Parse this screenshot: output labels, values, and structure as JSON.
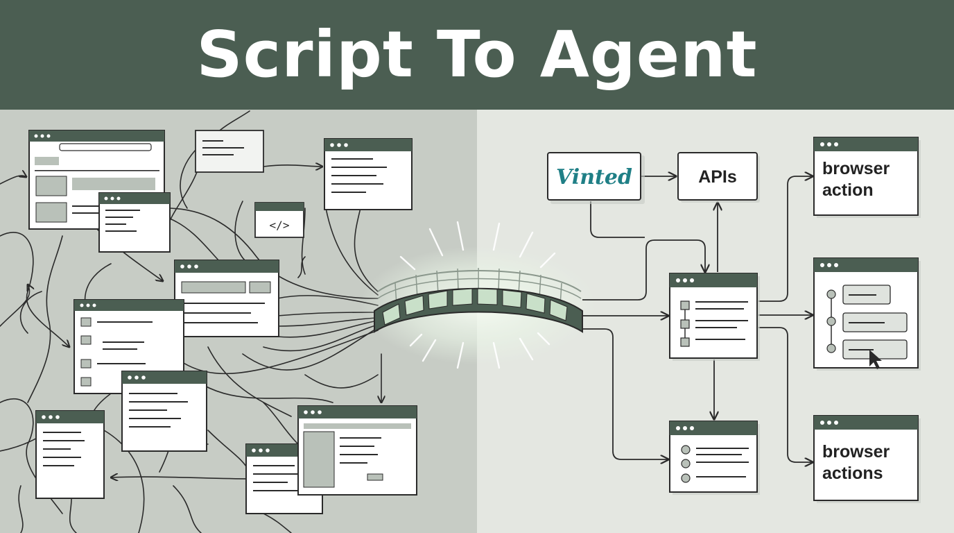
{
  "title": "Script To Agent",
  "colors": {
    "header": "#4b5e52",
    "left_panel": "#c7ccc5",
    "right_panel": "#e4e7e1",
    "window_titlebar": "#4b5e52",
    "window_body": "#ffffff",
    "line": "#2a2a2a",
    "brand_teal": "#1f7f86",
    "bridge_glow": "#e9f4e6"
  },
  "left_side": {
    "description_icon": "code-icon",
    "code_symbol": "</>"
  },
  "right_side": {
    "source_logo": "Vinted",
    "apis_label": "APIs",
    "output_top_label": "browser action",
    "output_bottom_label": "browser actions"
  },
  "icons": [
    "bridge-icon",
    "cursor-icon",
    "code-icon"
  ]
}
